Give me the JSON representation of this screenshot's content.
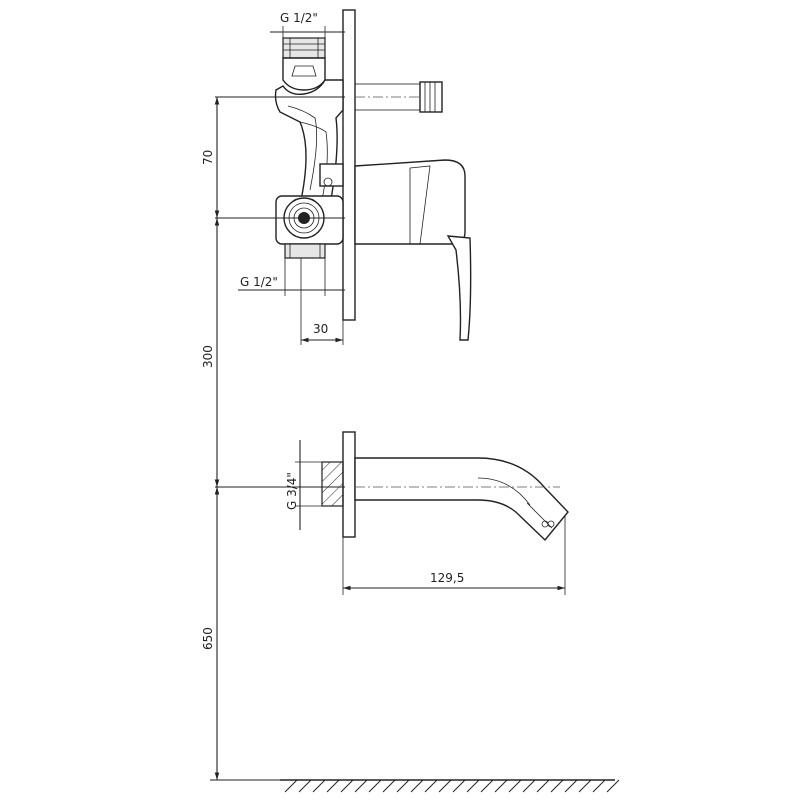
{
  "dimensions": {
    "thread_top": "G 1/2\"",
    "thread_bottom": "G 1/2\"",
    "thread_spout": "G 3/4\"",
    "height_70": "70",
    "height_300": "300",
    "height_650": "650",
    "depth_30": "30",
    "spout_length": "129,5"
  },
  "colors": {
    "line": "#222222",
    "fill": "#ffffff",
    "shade": "#e6e6e6"
  }
}
